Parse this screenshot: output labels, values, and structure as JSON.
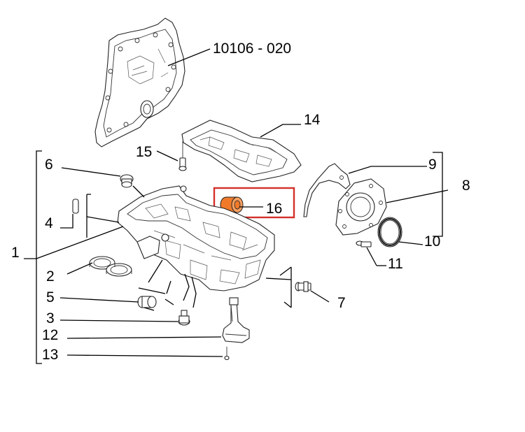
{
  "diagram": {
    "cover_ref": "10106 - 020",
    "labels": {
      "l1": "1",
      "l2": "2",
      "l3": "3",
      "l4": "4",
      "l5": "5",
      "l6": "6",
      "l7": "7",
      "l8": "8",
      "l9": "9",
      "l10": "10",
      "l11": "11",
      "l12": "12",
      "l13": "13",
      "l14": "14",
      "l15": "15",
      "l16": "16"
    },
    "highlight_color": "#d4302a",
    "part_color_orange": "#f07a2a"
  }
}
